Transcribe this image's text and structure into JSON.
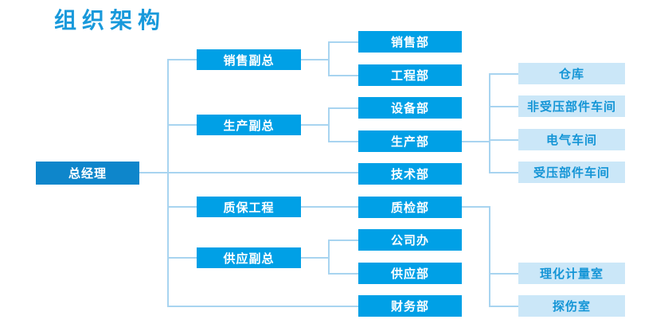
{
  "title": "组织架构",
  "colors": {
    "title_text": "#1899DB",
    "root_node_bg": "#0E86CB",
    "root_node_text": "#FFFFFF",
    "branch_node_bg": "#00A0E6",
    "branch_node_text": "#FFFFFF",
    "leaf_node_bg": "#CBE7F8",
    "leaf_node_text": "#1495D6",
    "connector": "#A8D4F0"
  },
  "org": {
    "root": {
      "label": "总经理"
    },
    "reports": [
      {
        "label": "销售副总",
        "children": [
          {
            "label": "销售部"
          },
          {
            "label": "工程部"
          }
        ]
      },
      {
        "label": "生产副总",
        "children": [
          {
            "label": "设备部"
          },
          {
            "label": "生产部",
            "children": [
              {
                "label": "仓库"
              },
              {
                "label": "非受压部件车间"
              },
              {
                "label": "电气车间"
              },
              {
                "label": "受压部件车间"
              }
            ]
          }
        ]
      },
      {
        "label": "技术部"
      },
      {
        "label": "质保工程",
        "children": [
          {
            "label": "质检部",
            "children": [
              {
                "label": "理化计量室"
              },
              {
                "label": "探伤室"
              }
            ]
          }
        ]
      },
      {
        "label": "供应副总",
        "children": [
          {
            "label": "公司办"
          },
          {
            "label": "供应部"
          }
        ]
      },
      {
        "label": "财务部"
      }
    ]
  }
}
